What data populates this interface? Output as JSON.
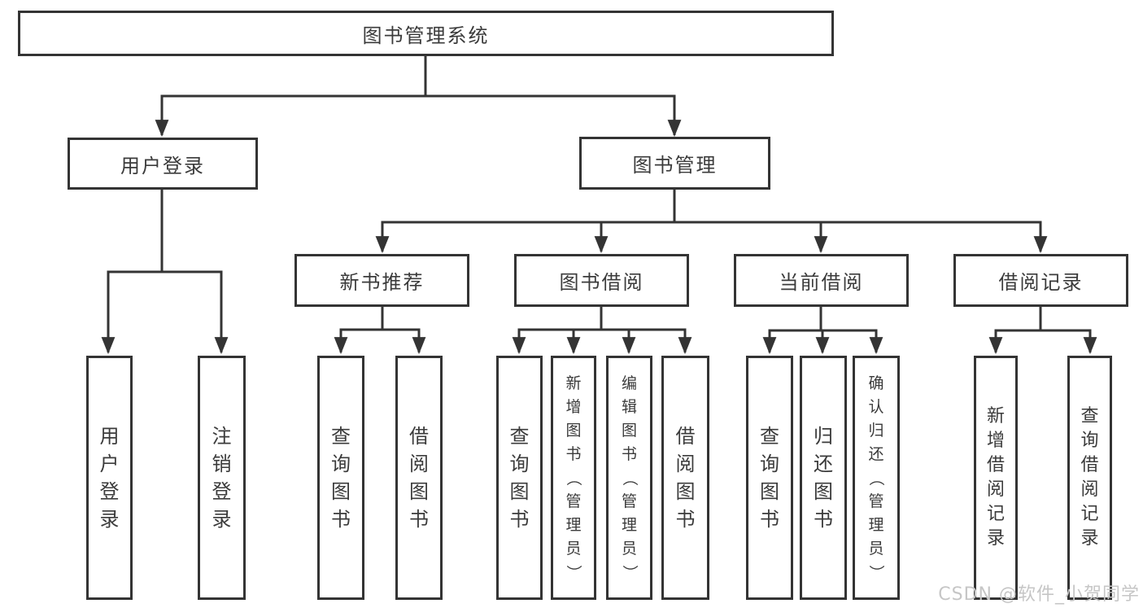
{
  "diagram": {
    "title": "图书管理系统",
    "branches": [
      {
        "label": "用户登录",
        "children": [
          {
            "label": "用户登录"
          },
          {
            "label": "注销登录"
          }
        ]
      },
      {
        "label": "图书管理",
        "children": [
          {
            "label": "新书推荐",
            "children": [
              {
                "label": "查询图书"
              },
              {
                "label": "借阅图书"
              }
            ]
          },
          {
            "label": "图书借阅",
            "children": [
              {
                "label": "查询图书"
              },
              {
                "label": "新增图书（管理员）"
              },
              {
                "label": "编辑图书（管理员）"
              },
              {
                "label": "借阅图书"
              }
            ]
          },
          {
            "label": "当前借阅",
            "children": [
              {
                "label": "查询图书"
              },
              {
                "label": "归还图书"
              },
              {
                "label": "确认归还（管理员）"
              }
            ]
          },
          {
            "label": "借阅记录",
            "children": [
              {
                "label": "新增借阅记录"
              },
              {
                "label": "查询借阅记录"
              }
            ]
          }
        ]
      }
    ]
  },
  "watermark": {
    "text": "CSDN @软件_小贺同学"
  },
  "colors": {
    "line": "#343434",
    "text": "#3b3b3b",
    "watermark": "#c6c6c6",
    "background": "#ffffff"
  }
}
